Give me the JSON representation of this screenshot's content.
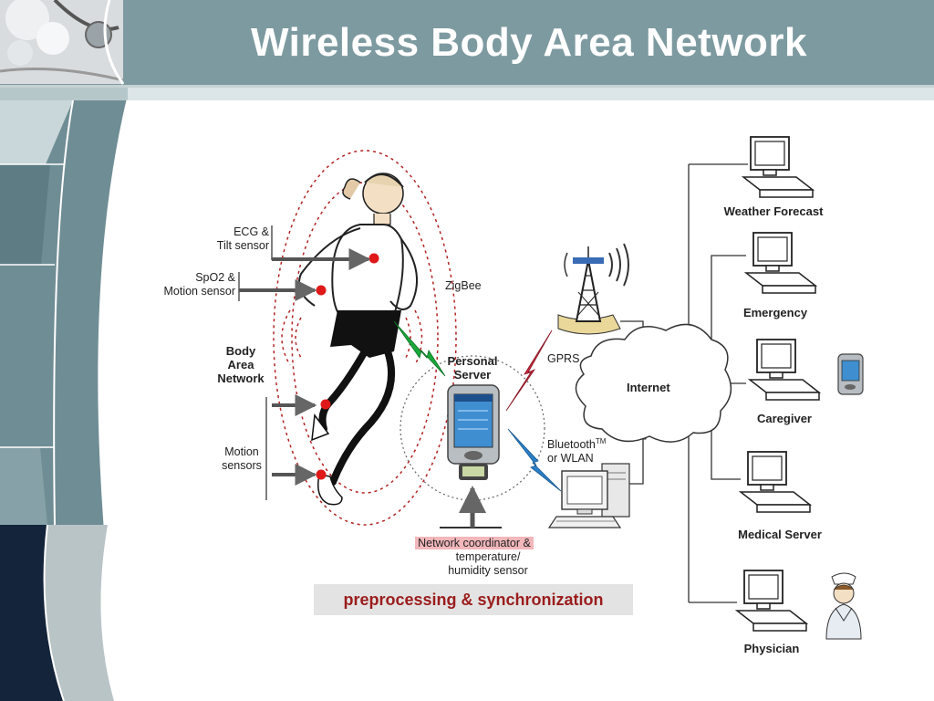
{
  "slide": {
    "title": "Wireless Body Area Network",
    "footer_box": "preprocessing & synchronization"
  },
  "labels": {
    "ecg_line1": "ECG &",
    "ecg_line2": "Tilt sensor",
    "spo2_line1": "SpO2 &",
    "spo2_line2": "Motion sensor",
    "ban_line1": "Body",
    "ban_line2": "Area",
    "ban_line3": "Network",
    "motion_line1": "Motion",
    "motion_line2": "sensors",
    "zigbee": "ZigBee",
    "personal_server_line1": "Personal",
    "personal_server_line2": "Server",
    "gprs": "GPRS",
    "bluetooth": "Bluetooth",
    "tm": "TM",
    "wlan": "or WLAN",
    "internet": "Internet",
    "network_coordinator": "Network coordinator &",
    "temperature": "temperature/",
    "humidity": "humidity sensor"
  },
  "destinations": [
    {
      "label": "Weather Forecast"
    },
    {
      "label": "Emergency"
    },
    {
      "label": "Caregiver"
    },
    {
      "label": "Medical Server"
    },
    {
      "label": "Physician"
    }
  ],
  "colors": {
    "header_band": "#7d9aa0",
    "sidebar_dark": "#14243b",
    "sensor_dot": "#e01818",
    "zigbee_bolt": "#1aa83a",
    "gprs_bolt": "#c8263a",
    "bluetooth_bolt": "#2a7fc8",
    "body_area_dashes": "#b22222",
    "prep_text": "#9b1c1c"
  }
}
